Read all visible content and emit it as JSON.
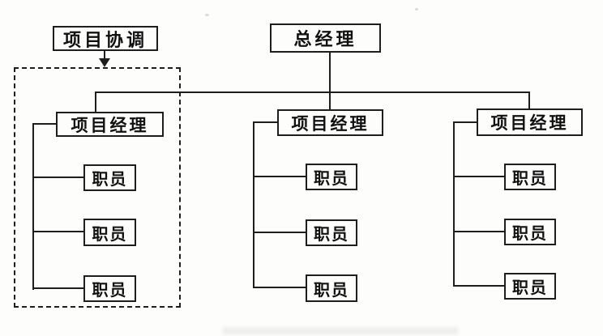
{
  "figure": {
    "coordination": {
      "label": "项目协调"
    },
    "root": {
      "label": "总经理"
    },
    "columns": [
      {
        "manager": {
          "label": "项目经理"
        },
        "staff": [
          {
            "label": "职员"
          },
          {
            "label": "职员"
          },
          {
            "label": "职员"
          }
        ]
      },
      {
        "manager": {
          "label": "项目经理"
        },
        "staff": [
          {
            "label": "职员"
          },
          {
            "label": "职员"
          },
          {
            "label": "职员"
          }
        ]
      },
      {
        "manager": {
          "label": "项目经理"
        },
        "staff": [
          {
            "label": "职员"
          },
          {
            "label": "职员"
          },
          {
            "label": "职员"
          }
        ]
      }
    ],
    "colors": {
      "line": "#1e1e1e",
      "text": "#111111",
      "background": "#fdfdfc"
    }
  }
}
